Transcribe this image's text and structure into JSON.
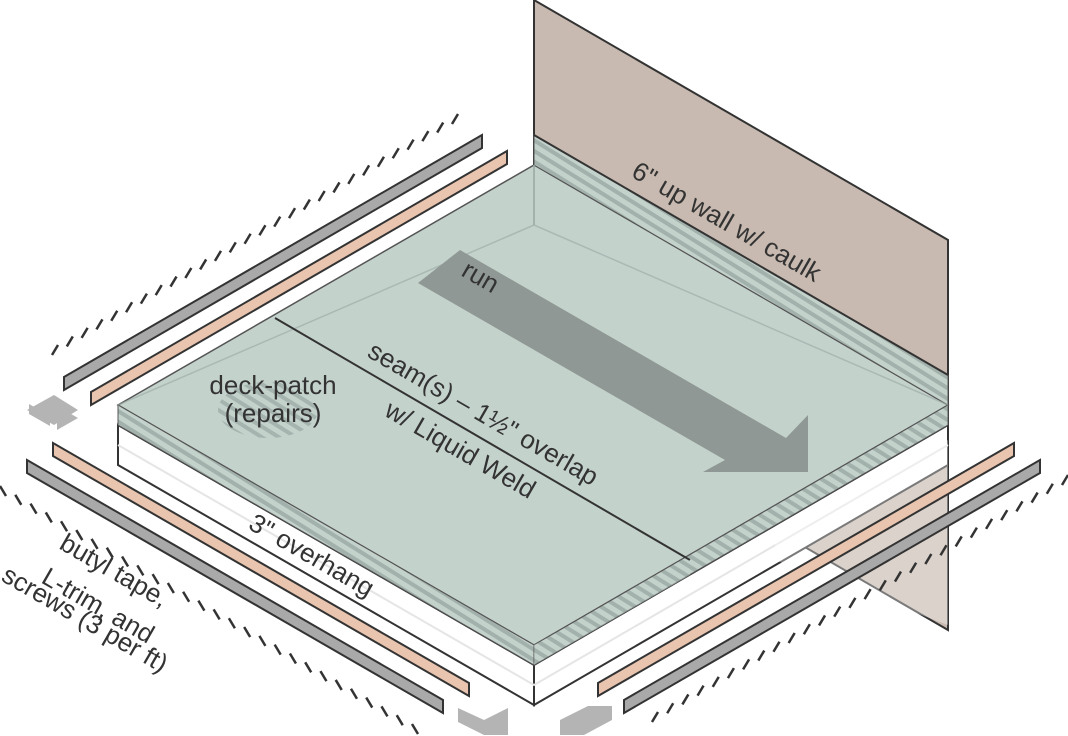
{
  "labels": {
    "wall": "6\" up wall w/ caulk",
    "run": "run",
    "seam_line1": "seam(s) – 1½\" overlap",
    "seam_line2": "w/ Liquid Weld",
    "patch_line1": "deck-patch",
    "patch_line2": "(repairs)",
    "overhang": "3\" overhang",
    "trim_line1": "butyl tape,",
    "trim_line2": "L-trim, and",
    "trim_line3": "screws (3 per ft)"
  },
  "colors": {
    "wall": "#c8bab0",
    "membrane": "#c4d2cc",
    "membrane_dark": "#a8b7b1",
    "arrow": "#8f9894",
    "butyl_tape": "#e9c5b0",
    "l_trim": "#a9a9a9",
    "outline": "#333333",
    "assembly_arrows": "#b4b4b4"
  },
  "icons": {
    "run_direction": "arrow-icon",
    "assembly_direction": "arrow-icon",
    "screws": "screw-tick-row"
  }
}
